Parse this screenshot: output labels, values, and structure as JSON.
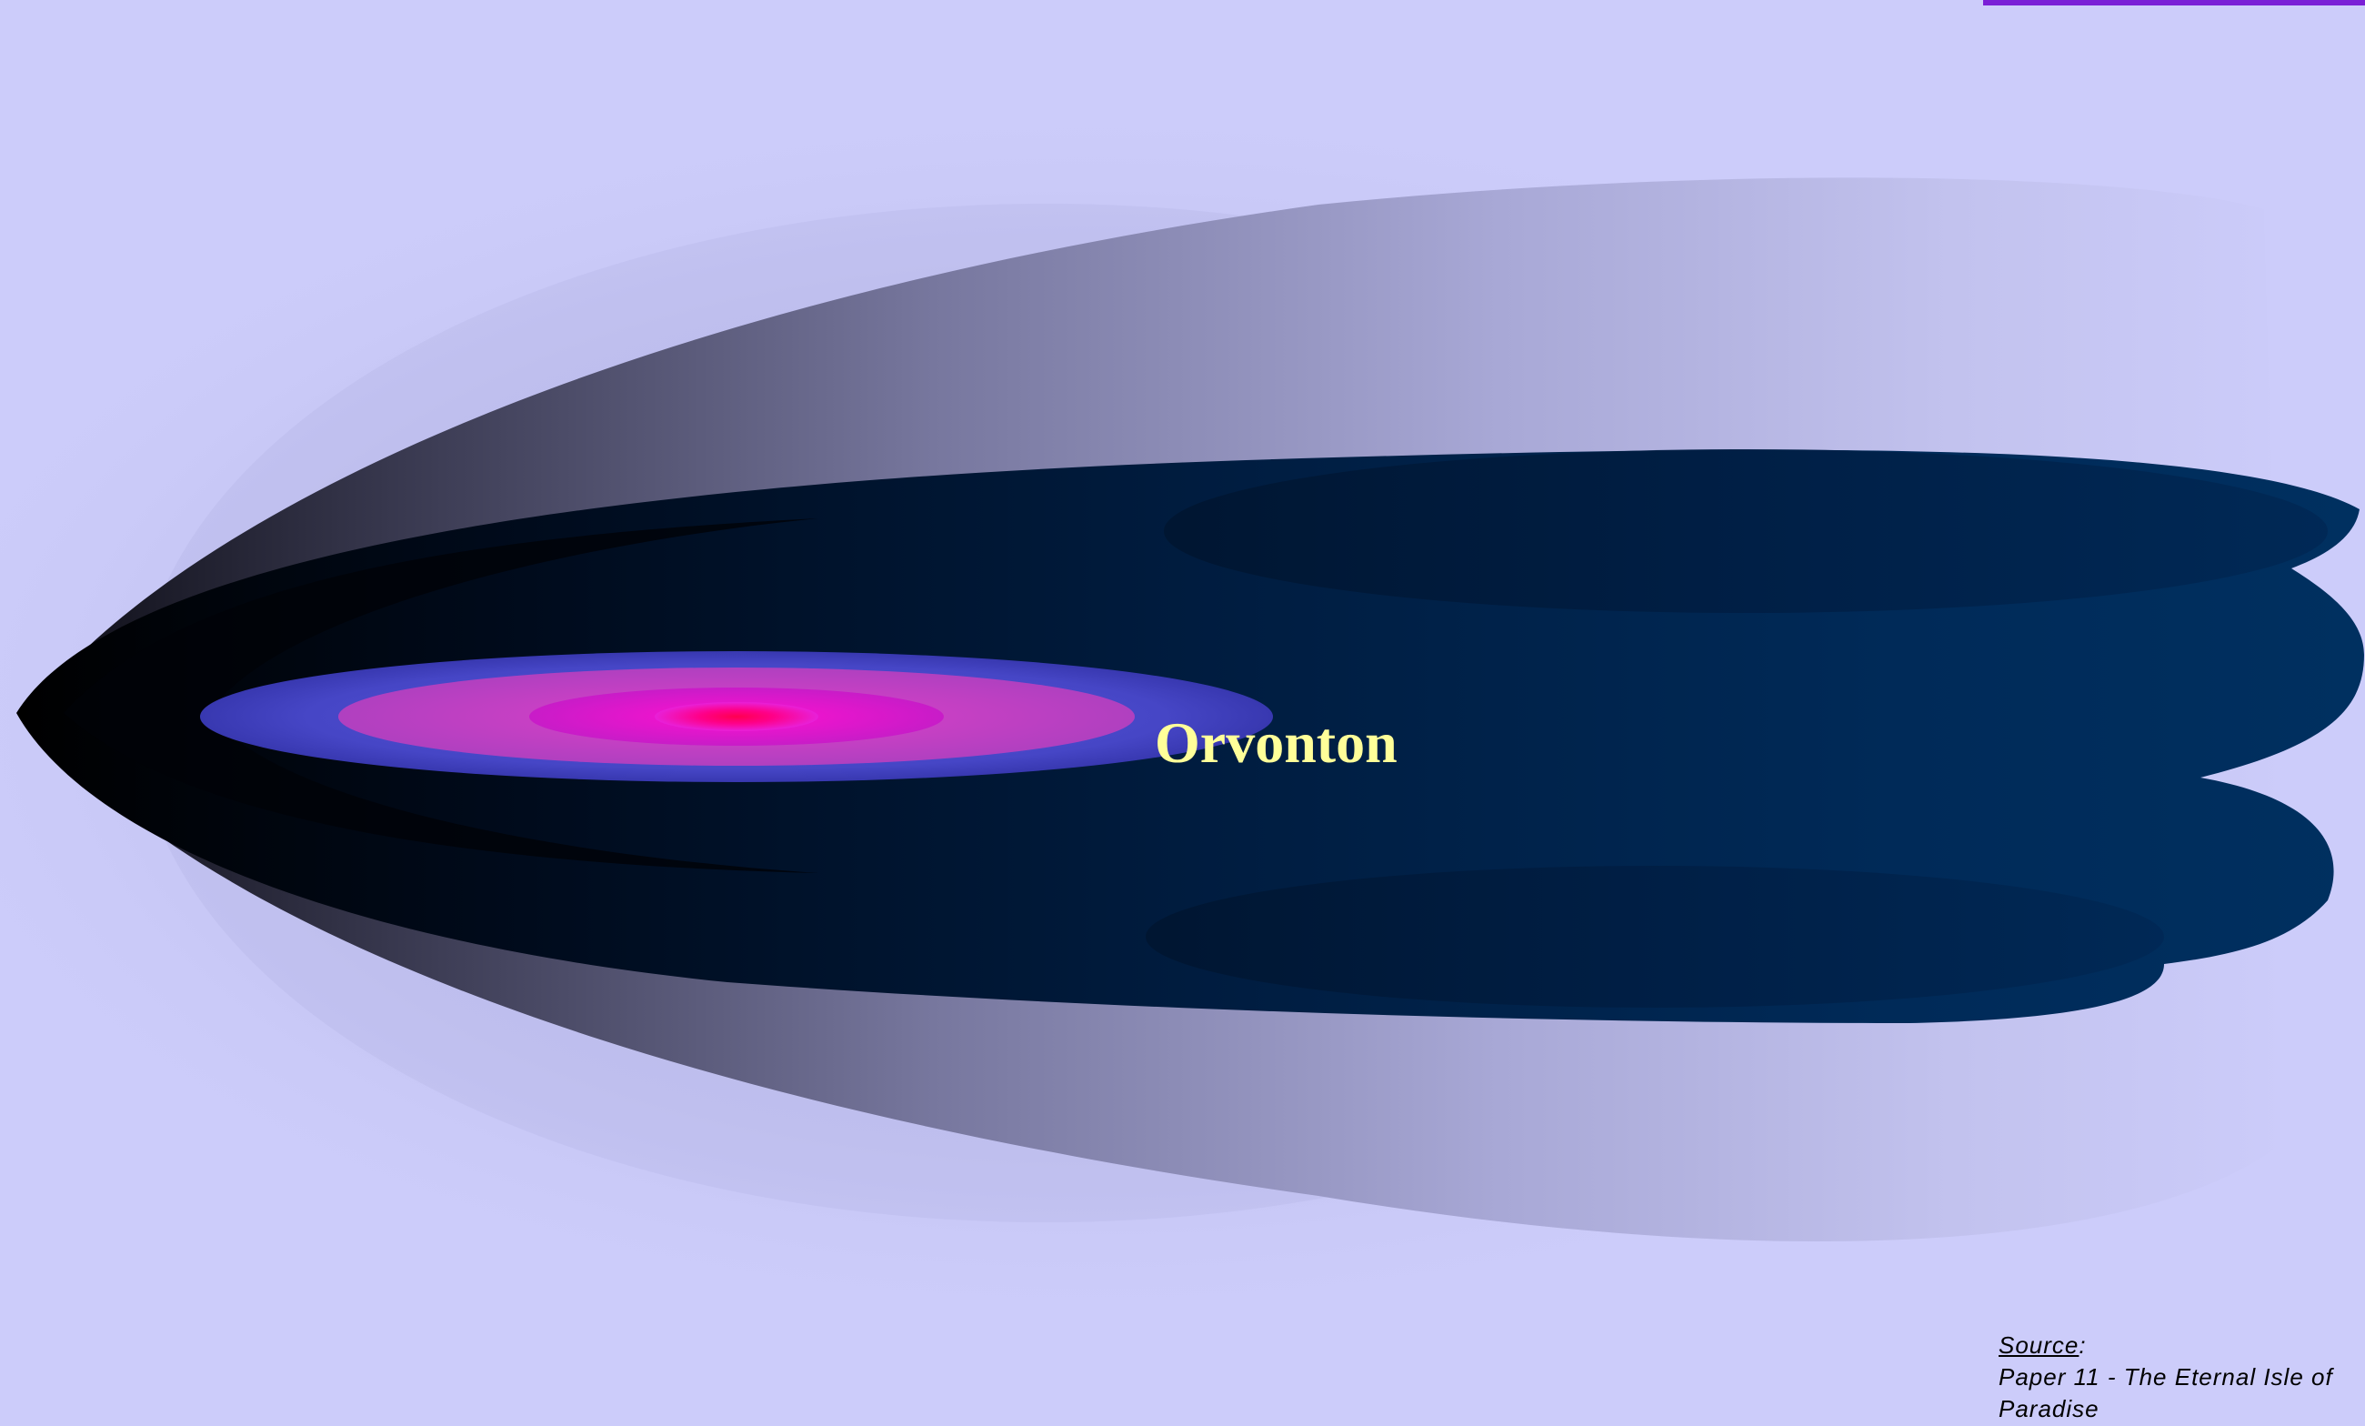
{
  "diagram": {
    "label": "Orvonton"
  },
  "source": {
    "heading": "Source",
    "heading_suffix": ":",
    "line1": "Paper 11 - The Eternal Isle of",
    "line2": "Paradise"
  },
  "colors": {
    "background": "#ccccfa",
    "label": "#ffff99",
    "core": "#ff0088",
    "disk": "#4a4ad0",
    "outer_band": "#002a55",
    "accent_bar": "#7a1fd6"
  }
}
